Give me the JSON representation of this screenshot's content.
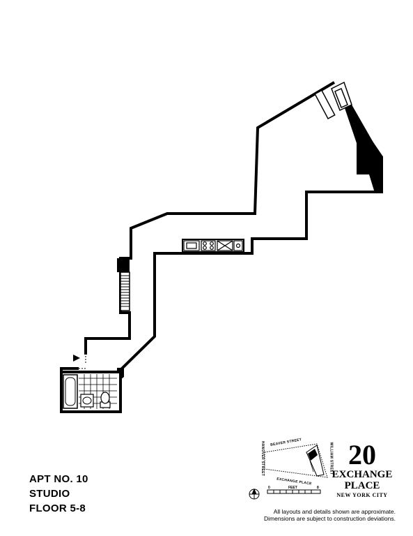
{
  "apartment": {
    "number": "APT NO. 10",
    "type": "STUDIO",
    "floors": "FLOOR 5-8"
  },
  "building": {
    "number": "20",
    "name": "EXCHANGE",
    "name_line2": "PLACE",
    "city": "NEW YORK CITY"
  },
  "key_plan": {
    "streets": [
      "BEAVER STREET",
      "WILLIAM STREET",
      "EXCHANGE PLACE",
      "HANOVER STREET"
    ],
    "scale_label": "FEET",
    "scale_start": "0",
    "scale_end": "8"
  },
  "disclaimer": {
    "line1": "All layouts and details shown are approximate.",
    "line2": "Dimensions are subject to construction deviations."
  },
  "icons": {
    "north": "north-arrow-icon",
    "entry": "entry-arrow-icon"
  },
  "colors": {
    "ink": "#000000",
    "paper": "#ffffff"
  }
}
